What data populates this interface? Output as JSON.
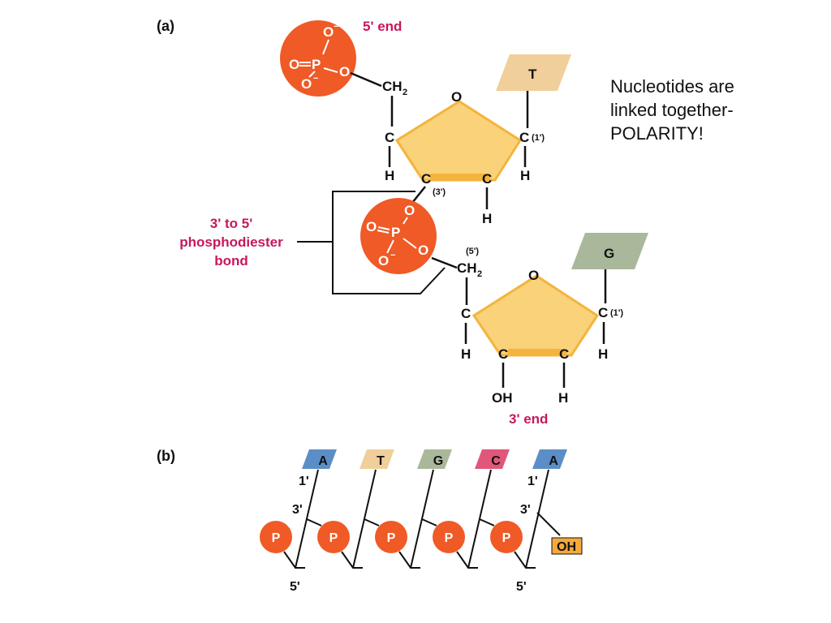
{
  "panel_a": {
    "label": "(a)",
    "five_end": "5' end",
    "three_end": "3' end",
    "bond_label": [
      "3' to 5'",
      "phosphodiester",
      "bond"
    ],
    "atoms": {
      "O": "O",
      "C": "C",
      "H": "H",
      "P": "P",
      "OH": "OH",
      "CH": "CH",
      "two": "2",
      "minus": "−"
    },
    "positions": {
      "one": "(1')",
      "three": "(3')",
      "five": "(5')"
    },
    "base_top": "T",
    "base_bottom": "G",
    "colors": {
      "phosphate": "#ef5a26",
      "sugar": "#f9d27a",
      "sugar_edge": "#f4b43c",
      "base_t": "#f0cf9a",
      "base_g": "#a9b89a",
      "label": "#c8175d"
    }
  },
  "panel_b": {
    "label": "(b)",
    "bases": [
      "A",
      "T",
      "G",
      "C",
      "A"
    ],
    "base_colors": [
      "#5b8ec7",
      "#f0cf9a",
      "#a9b89a",
      "#e0577b",
      "#5b8ec7"
    ],
    "phosphate": "P",
    "oh": "OH",
    "oh_color": "#f4a93c",
    "labels": {
      "one_prime": "1'",
      "three_prime": "3'",
      "five_prime": "5'"
    }
  },
  "note": [
    "Nucleotides are",
    "linked together-",
    "POLARITY!"
  ]
}
